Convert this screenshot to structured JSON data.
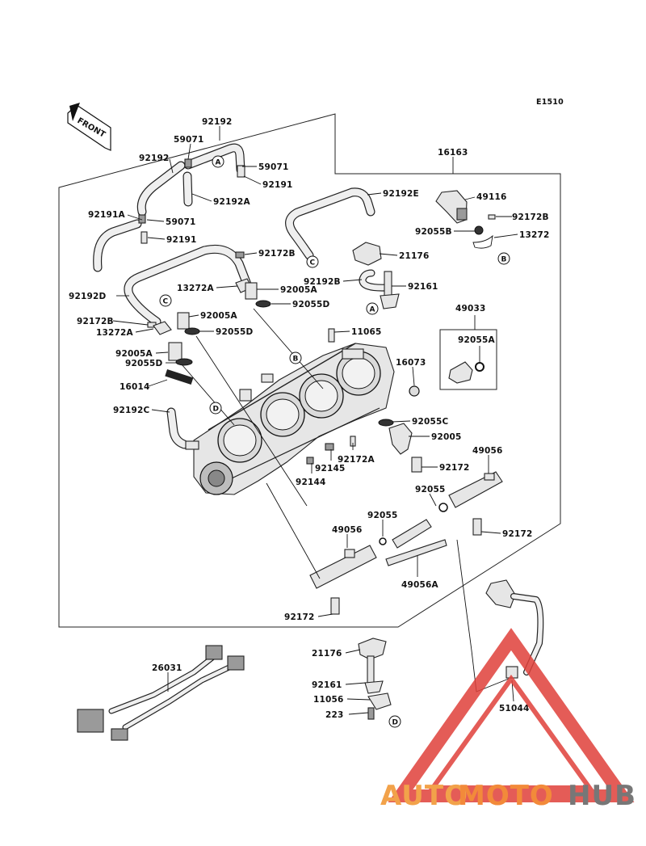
{
  "diagram_code": "E1510",
  "front_label": "FRONT",
  "reference_markers": [
    "A",
    "B",
    "C",
    "D"
  ],
  "part_labels": [
    {
      "id": "p92192a",
      "text": "92192"
    },
    {
      "id": "p59071a",
      "text": "59071"
    },
    {
      "id": "p92192b",
      "text": "92192"
    },
    {
      "id": "p59071b",
      "text": "59071"
    },
    {
      "id": "p92191a",
      "text": "92191"
    },
    {
      "id": "p92192A",
      "text": "92192A"
    },
    {
      "id": "p92191A",
      "text": "92191A"
    },
    {
      "id": "p59071c",
      "text": "59071"
    },
    {
      "id": "p92191b",
      "text": "92191"
    },
    {
      "id": "p16163",
      "text": "16163"
    },
    {
      "id": "p92192E",
      "text": "92192E"
    },
    {
      "id": "p49116",
      "text": "49116"
    },
    {
      "id": "p92172Ba",
      "text": "92172B"
    },
    {
      "id": "p92055B",
      "text": "92055B"
    },
    {
      "id": "p13272",
      "text": "13272"
    },
    {
      "id": "p92172Bb",
      "text": "92172B"
    },
    {
      "id": "p21176a",
      "text": "21176"
    },
    {
      "id": "p13272Aa",
      "text": "13272A"
    },
    {
      "id": "p92005Aa",
      "text": "92005A"
    },
    {
      "id": "p92192B",
      "text": "92192B"
    },
    {
      "id": "p92161a",
      "text": "92161"
    },
    {
      "id": "p92192D",
      "text": "92192D"
    },
    {
      "id": "p92055Da",
      "text": "92055D"
    },
    {
      "id": "p92005Ab",
      "text": "92005A"
    },
    {
      "id": "p92172Bc",
      "text": "92172B"
    },
    {
      "id": "p49033",
      "text": "49033"
    },
    {
      "id": "p13272Ab",
      "text": "13272A"
    },
    {
      "id": "p92055Db",
      "text": "92055D"
    },
    {
      "id": "p11065",
      "text": "11065"
    },
    {
      "id": "p92055A",
      "text": "92055A"
    },
    {
      "id": "p92005Ac",
      "text": "92005A"
    },
    {
      "id": "p92055Dc",
      "text": "92055D"
    },
    {
      "id": "p16073",
      "text": "16073"
    },
    {
      "id": "p16014",
      "text": "16014"
    },
    {
      "id": "p92192C",
      "text": "92192C"
    },
    {
      "id": "p92055C",
      "text": "92055C"
    },
    {
      "id": "p92005",
      "text": "92005"
    },
    {
      "id": "p49056a",
      "text": "49056"
    },
    {
      "id": "p92172A",
      "text": "92172A"
    },
    {
      "id": "p92145",
      "text": "92145"
    },
    {
      "id": "p92172a",
      "text": "92172"
    },
    {
      "id": "p92144",
      "text": "92144"
    },
    {
      "id": "p92055a",
      "text": "92055"
    },
    {
      "id": "p92055b",
      "text": "92055"
    },
    {
      "id": "p92172b",
      "text": "92172"
    },
    {
      "id": "p49056b",
      "text": "49056"
    },
    {
      "id": "p49056A",
      "text": "49056A"
    },
    {
      "id": "p92172c",
      "text": "92172"
    },
    {
      "id": "p26031",
      "text": "26031"
    },
    {
      "id": "p21176b",
      "text": "21176"
    },
    {
      "id": "p92161b",
      "text": "92161"
    },
    {
      "id": "p11056",
      "text": "11056"
    },
    {
      "id": "p223",
      "text": "223"
    },
    {
      "id": "p51044",
      "text": "51044"
    }
  ],
  "watermark": {
    "part1": "AUTO",
    "part2": "MOTO",
    "part3": "HUB",
    "color_triangle": "#e0403a",
    "color_auto": "#f2a24a",
    "color_hub": "#777777"
  }
}
